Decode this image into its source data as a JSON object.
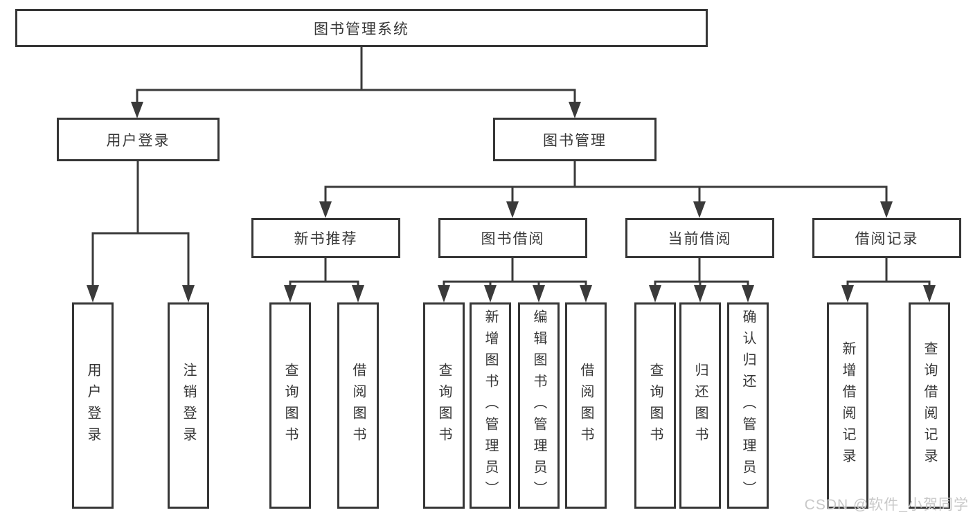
{
  "tree": {
    "root": "图书管理系统",
    "user_login": "用户登录",
    "book_mgmt": "图书管理",
    "new_rec": "新书推荐",
    "borrow": "图书借阅",
    "current": "当前借阅",
    "records": "借阅记录",
    "leaf_login": "用户登录",
    "leaf_logout": "注销登录",
    "rec_query": "查询图书",
    "rec_borrow": "借阅图书",
    "bor_query": "查询图书",
    "bor_add": "新增图书（管理员）",
    "bor_edit": "编辑图书（管理员）",
    "bor_borrow": "借阅图书",
    "cur_query": "查询图书",
    "cur_return": "归还图书",
    "cur_confirm": "确认归还（管理员）",
    "recs_add": "新增借阅记录",
    "recs_query": "查询借阅记录"
  },
  "watermark": "CSDN @软件_小贺同学",
  "colors": {
    "line": "#3a3a3a",
    "box_border": "#363636",
    "box_fill": "#ffffff",
    "text": "#363636",
    "watermark": "#c8c8c8",
    "background": "#ffffff"
  }
}
